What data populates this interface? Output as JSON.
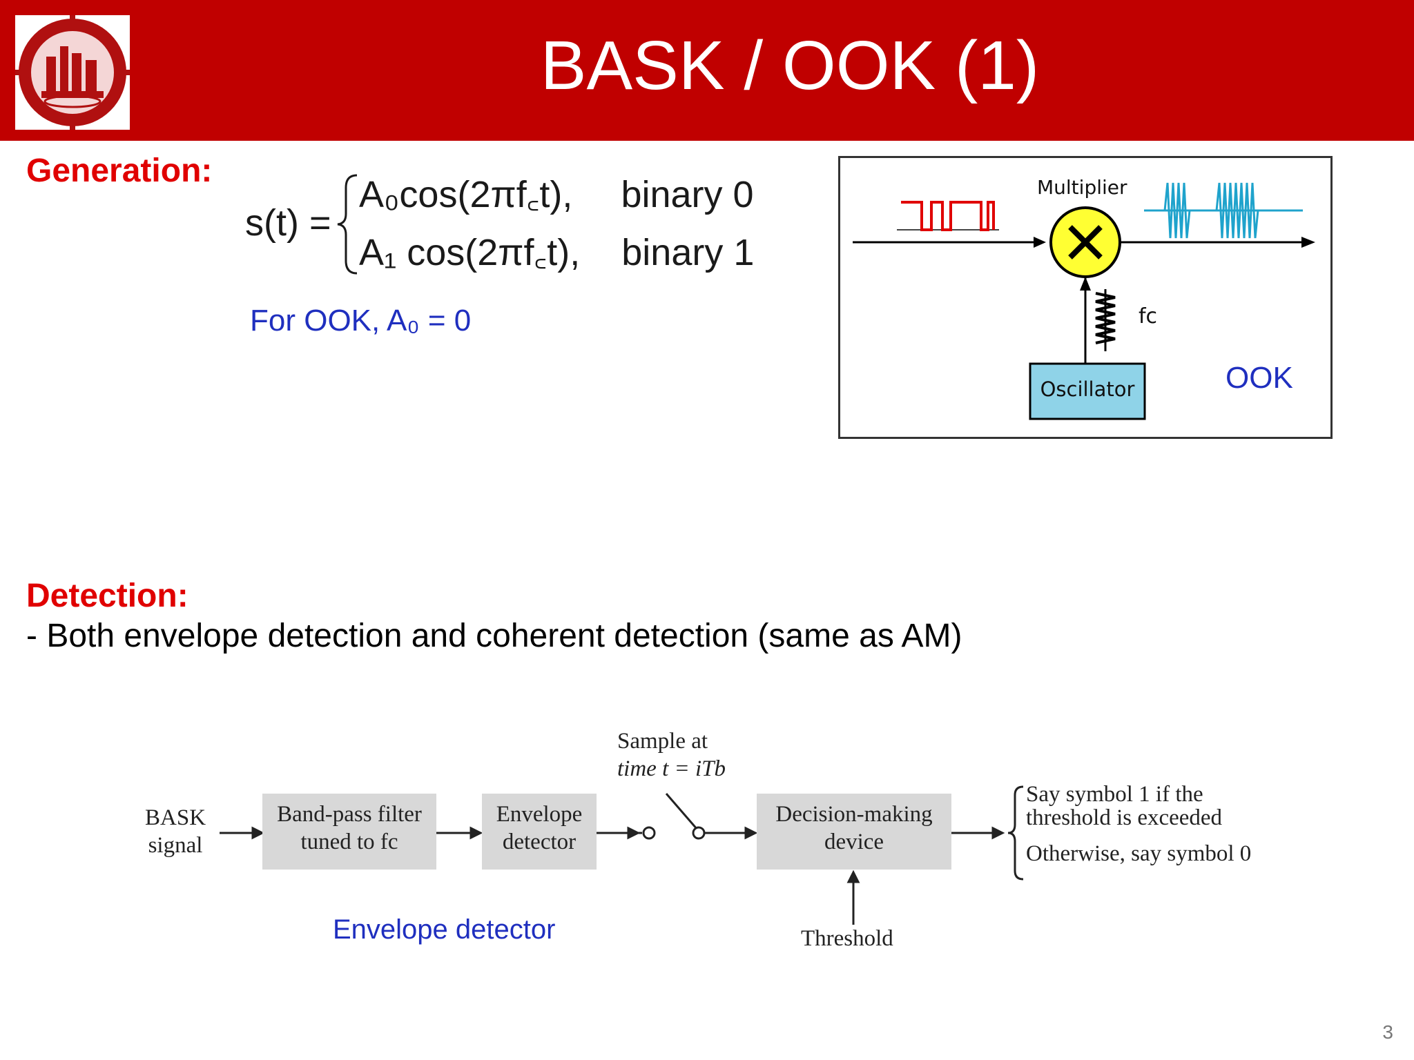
{
  "slide": {
    "title": "BASK / OOK (1)",
    "page_number": "3"
  },
  "generation": {
    "heading": "Generation:",
    "equation_lhs": "s(t) =",
    "row0_expr": "A₀cos(2πf꜀t),",
    "row0_label": "binary 0",
    "row1_expr": "A₁ cos(2πf꜀t),",
    "row1_label": "binary 1",
    "note": "For OOK, A₀ = 0"
  },
  "ook_diagram": {
    "multiplier_label": "Multiplier",
    "carrier_label": "fc",
    "oscillator_label": "Oscillator",
    "scheme_label": "OOK"
  },
  "detection": {
    "heading": "Detection:",
    "line": "- Both envelope detection and coherent detection (same as AM)",
    "input_label_1": "BASK",
    "input_label_2": "signal",
    "bpf_line1": "Band-pass filter",
    "bpf_line2": "tuned to fc",
    "env_line1": "Envelope",
    "env_line2": "detector",
    "sample_line1": "Sample at",
    "sample_line2": "time t = iTb",
    "decision_line1": "Decision-making",
    "decision_line2": "device",
    "threshold": "Threshold",
    "out_line1": "Say symbol 1 if the",
    "out_line2": "threshold is exceeded",
    "out_line3": "Otherwise, say symbol 0",
    "caption": "Envelope detector"
  },
  "colors": {
    "header_red": "#c00000",
    "heading_red": "#e00000",
    "note_blue": "#1f2fbf",
    "signal_red": "#e00000",
    "carrier_cyan": "#1fa3cc",
    "multiplier_yellow": "#ffff33",
    "oscillator_blue": "#8fd3e8",
    "block_gray": "#d8d8d8"
  }
}
